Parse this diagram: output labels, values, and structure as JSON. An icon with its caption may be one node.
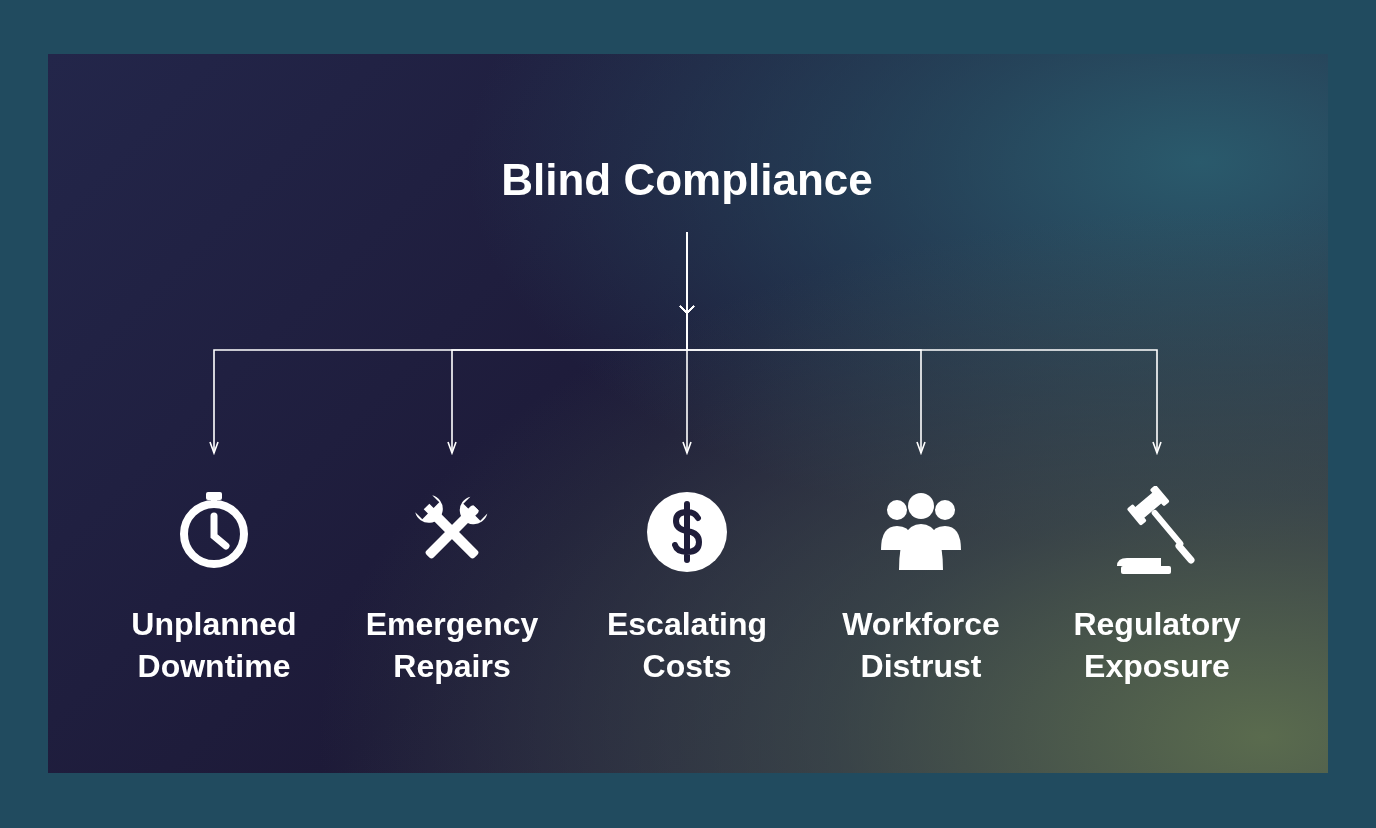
{
  "diagram": {
    "nodes": [
      {
        "text": [
          "Blind Compliance"
        ]
      },
      {
        "text": [
          "Unplanned Downtime"
        ]
      },
      {
        "text": [
          "Emergency Repairs"
        ]
      },
      {
        "text": [
          "Escalating Costs"
        ]
      },
      {
        "text": [
          "Workforce Distrust"
        ]
      },
      {
        "text": [
          "Regulatory Exposure"
        ]
      }
    ],
    "edges": [
      {
        "from": 0,
        "to": 1,
        "arrow": "to"
      },
      {
        "from": 0,
        "to": 2,
        "arrow": "to"
      },
      {
        "from": 0,
        "to": 3,
        "arrow": "to"
      },
      {
        "from": 0,
        "to": 4,
        "arrow": "to"
      },
      {
        "from": 0,
        "to": 5,
        "arrow": "to"
      }
    ]
  }
}
